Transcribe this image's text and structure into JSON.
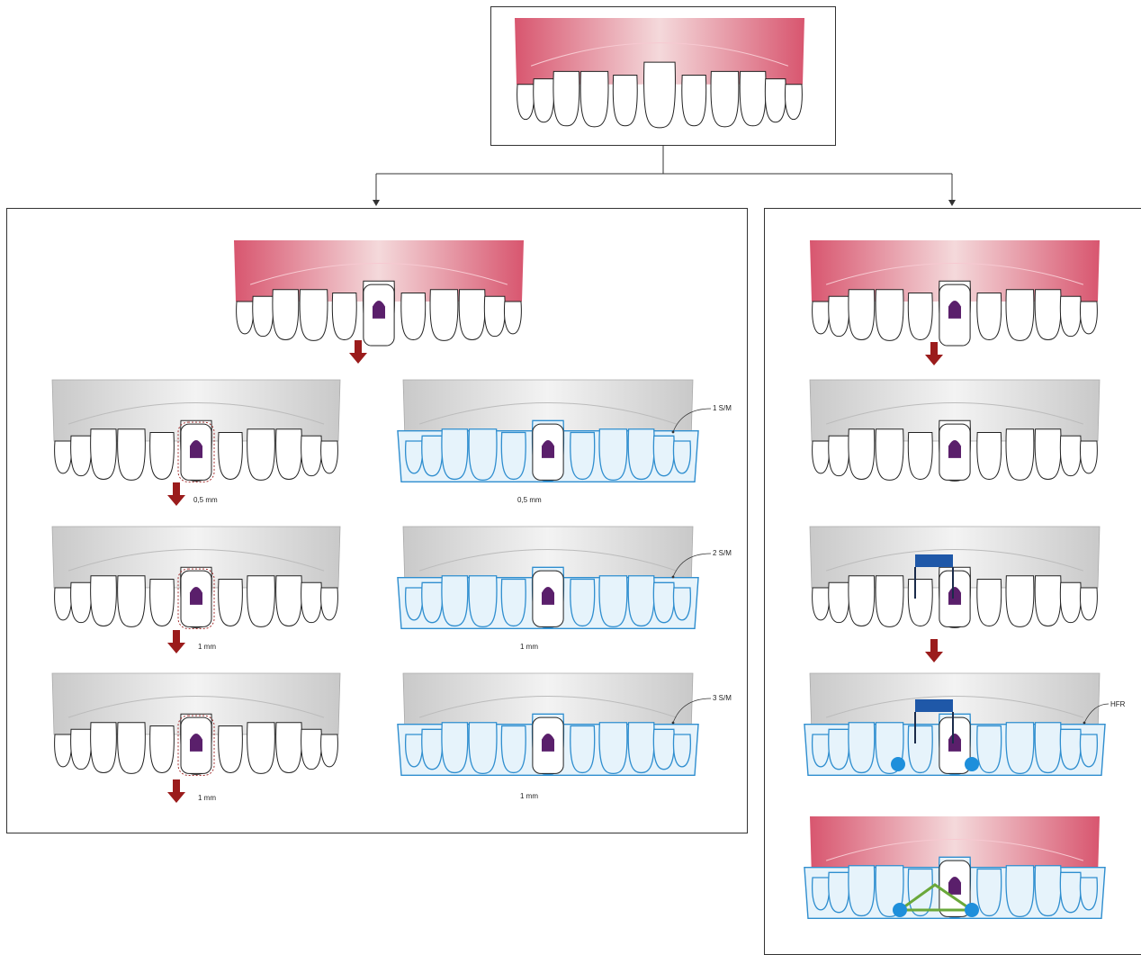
{
  "colors": {
    "gum_dark": "#d8566f",
    "gum_light": "#f4d9db",
    "gray_gum": "#d8d8d8",
    "tray_blue": "#2f8ecf",
    "tray_fill": "#e6f3fb",
    "arrow_red": "#9b1c1c",
    "attachment_purple": "#5a1f6b",
    "dot_blue": "#1e8fdb",
    "bar_green": "#6aa83a",
    "cap_blue": "#1f58a8"
  },
  "labels": {
    "left_step1_mm": "0,5 mm",
    "left_step2_mm": "1 mm",
    "left_step3_mm": "1 mm",
    "tray_step1_mm": "0,5 mm",
    "tray_step2_mm": "1 mm",
    "tray_step3_mm": "1 mm",
    "tray1_tag": "1 S/M",
    "tray2_tag": "2 S/M",
    "tray3_tag": "3 S/M",
    "hfr_tag": "HFR"
  }
}
